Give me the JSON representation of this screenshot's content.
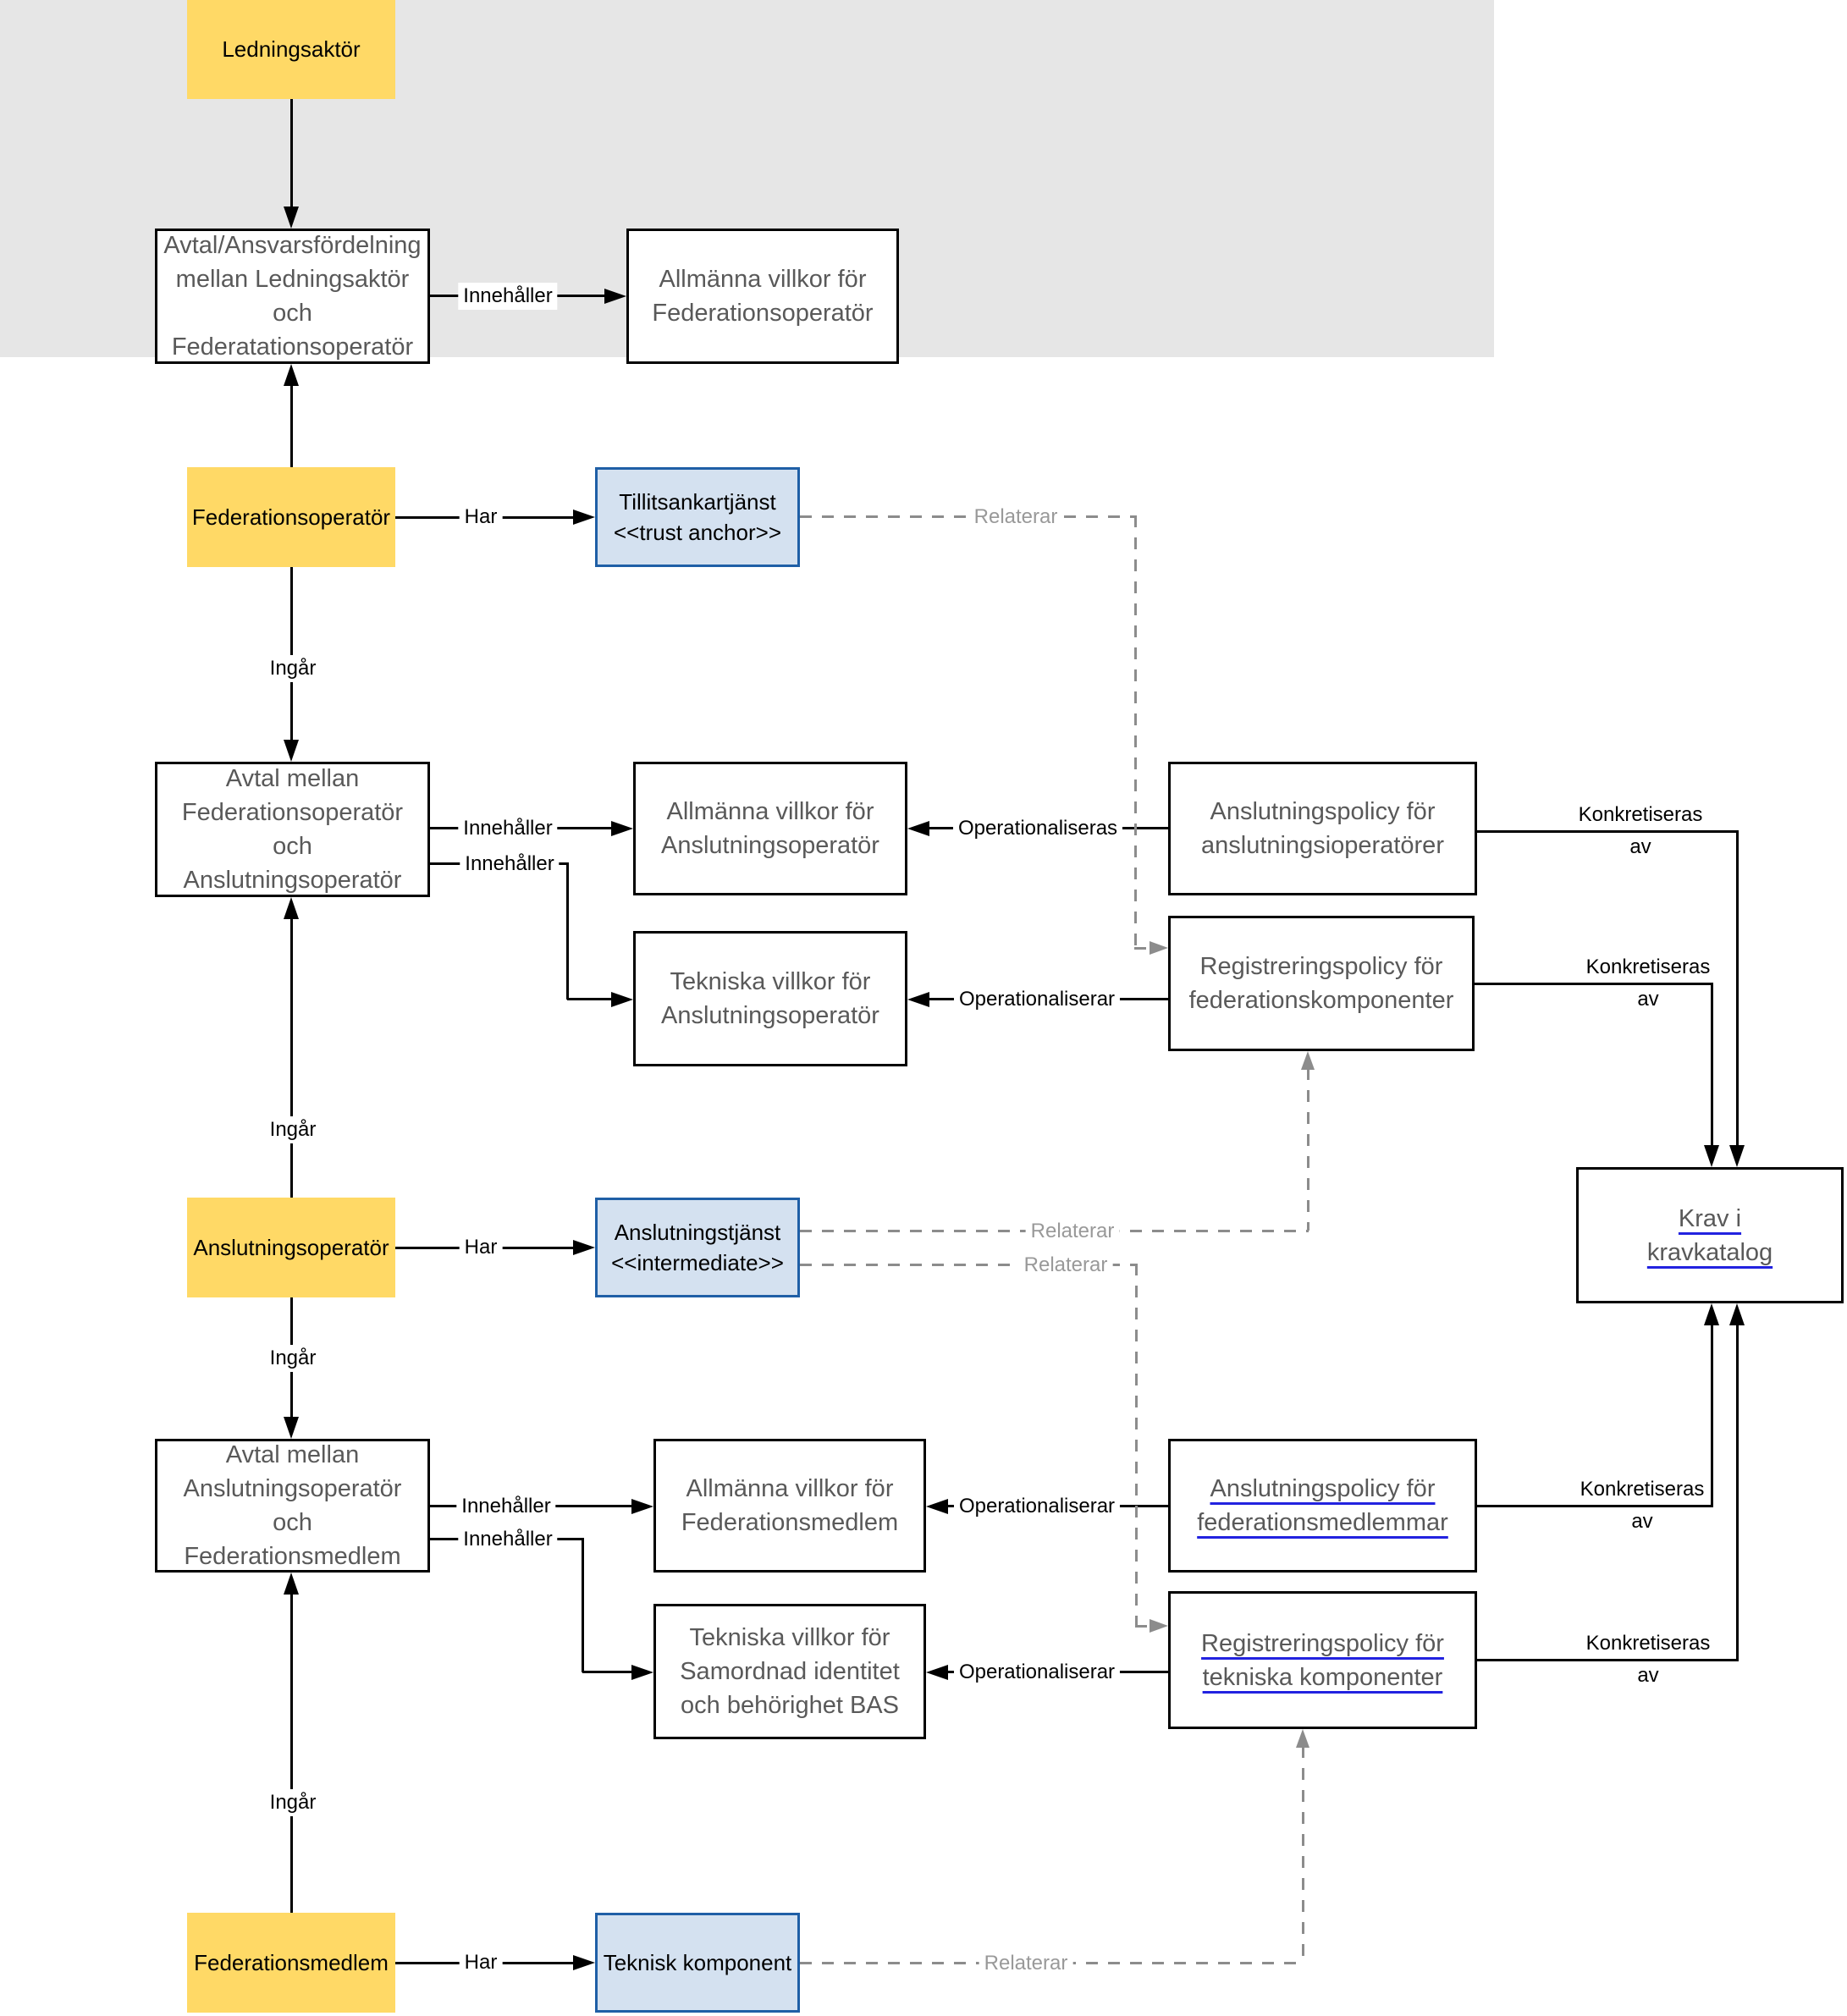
{
  "colors": {
    "actor_fill": "#ffd966",
    "actor_text": "#000000",
    "service_fill": "#d4e1f0",
    "service_border": "#1f5fa6",
    "band_fill": "#e6e6e6",
    "box_border": "#000000",
    "box_text": "#595959",
    "link_underline": "#2222e0",
    "line_color": "#000000",
    "dashed_color": "#8c8c8c",
    "relaterar_text": "#999999"
  },
  "nodes": {
    "ledningsaktor": "Ledningsaktör",
    "avtal_ledningsaktor": "Avtal/Ansvarsfördelning\nmellan Ledningsaktör\noch\nFederatationsoperatör",
    "allmanna_villkor_federationsoperator": "Allmänna villkor för\nFederationsoperatör",
    "federationsoperator": "Federationsoperatör",
    "tillitsankartjanst": {
      "name": "Tillitsankartjänst",
      "stereotype": "<<trust anchor>>"
    },
    "avtal_federationsoperator_anslutningsoperator": "Avtal mellan\nFederationsoperatör\noch\nAnslutningsoperatör",
    "allmanna_villkor_anslutningsoperator": "Allmänna villkor för\nAnslutningsoperatör",
    "tekniska_villkor_anslutningsoperator": "Tekniska villkor för\nAnslutningsoperatör",
    "anslutningspolicy_anslutningsioperatorer": "Anslutningspolicy för\nanslutningsioperatörer",
    "registreringspolicy_federationskomponenter": "Registreringspolicy för\nfederationskomponenter",
    "krav_i_kravkatalog": "Krav i\nkravkatalog",
    "anslutningsoperator": "Anslutningsoperatör",
    "anslutningstjanst": {
      "name": "Anslutningstjänst",
      "stereotype": "<<intermediate>>"
    },
    "avtal_anslutningsoperator_federationsmedlem": "Avtal mellan\nAnslutningsoperatör\noch\nFederationsmedlem",
    "allmanna_villkor_federationsmedlem": "Allmänna villkor för\nFederationsmedlem",
    "tekniska_villkor_bas": "Tekniska villkor för\nSamordnad identitet\noch behörighet BAS",
    "anslutningspolicy_federationsmedlemmar": "Anslutningspolicy för\nfederationsmedlemmar",
    "registreringspolicy_tekniska_komponenter": "Registreringspolicy för\ntekniska komponenter",
    "federationsmedlem": "Federationsmedlem",
    "teknisk_komponent": "Teknisk komponent"
  },
  "edge_labels": {
    "innehaller": "Innehåller",
    "har": "Har",
    "ingar": "Ingår",
    "operationaliseras": "Operationaliseras",
    "operationaliserar": "Operationaliserar",
    "relaterar": "Relaterar",
    "konkretiseras": "Konkretiseras",
    "av": "av"
  }
}
